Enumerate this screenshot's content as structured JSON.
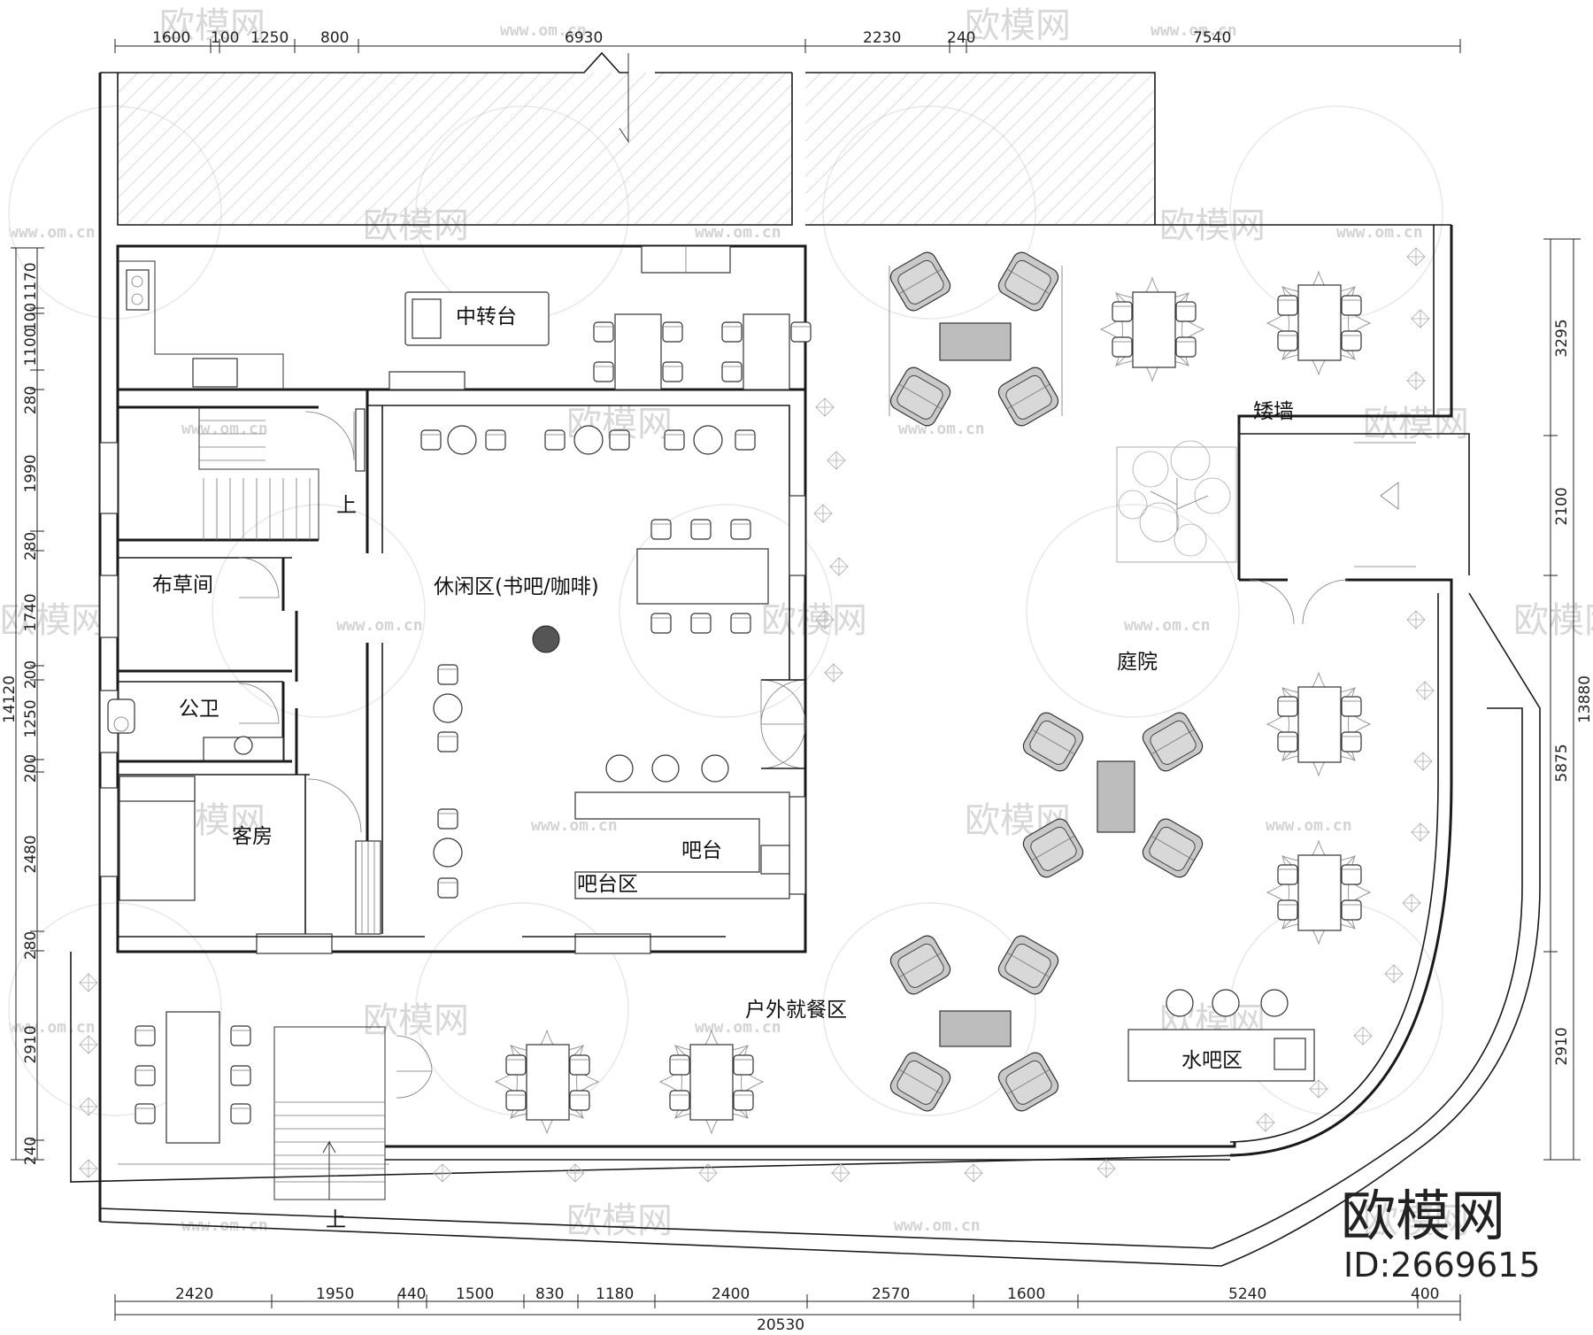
{
  "rooms": {
    "transfer": "中转台",
    "leisure": "休闲区(书吧/咖啡)",
    "grass": "布草间",
    "wc": "公卫",
    "guest": "客房",
    "bar": "吧台",
    "bar_area": "吧台区",
    "courtyard": "庭院",
    "low_wall": "矮墙",
    "outdoor_dining": "户外就餐区",
    "water_bar": "水吧区",
    "up1": "上",
    "up2": "上"
  },
  "dims_top": [
    "1600",
    "100",
    "1250",
    "800",
    "6930",
    "2230",
    "240",
    "7540"
  ],
  "dims_bottom": [
    "2420",
    "1950",
    "440",
    "1500",
    "830",
    "1180",
    "2400",
    "2570",
    "1600",
    "5240",
    "400"
  ],
  "dim_bottom_total": "20530",
  "dims_left": [
    "1170",
    "100",
    "1100",
    "280",
    "1990",
    "280",
    "1740",
    "200",
    "1250",
    "200",
    "2480",
    "280",
    "2910",
    "240"
  ],
  "dim_left_total": "14120",
  "dims_right": [
    "3295",
    "2100",
    "5875",
    "2910"
  ],
  "dim_right_total": "13880",
  "watermark": {
    "brand": "欧模网",
    "url": "www.om.cn",
    "id": "ID:2669615"
  }
}
